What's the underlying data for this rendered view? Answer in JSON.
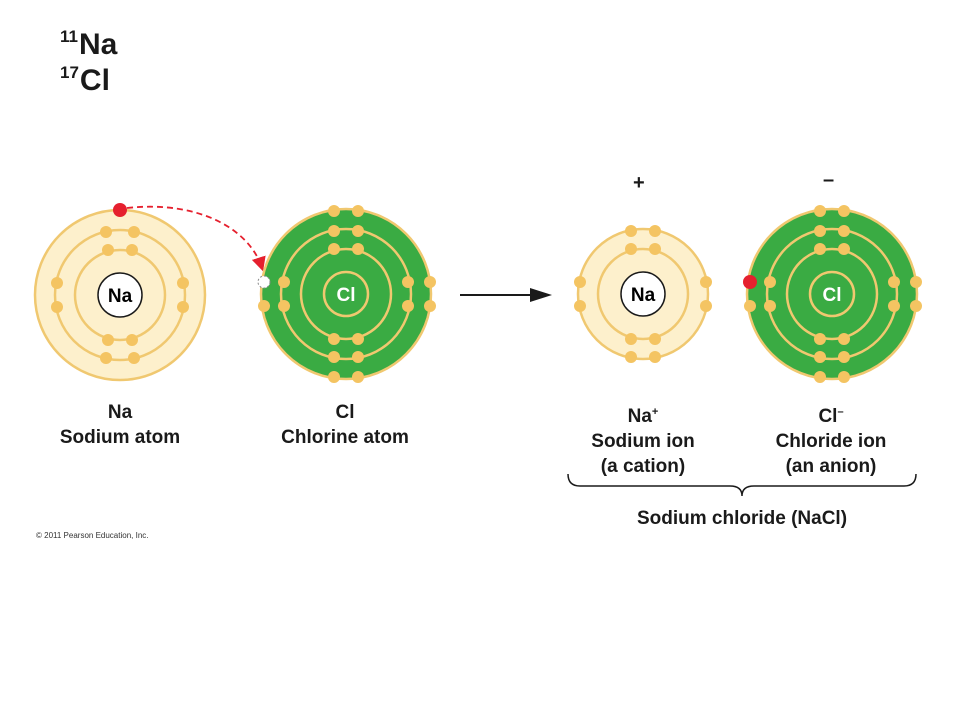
{
  "header": {
    "line1": {
      "number": "11",
      "symbol": "Na"
    },
    "line2": {
      "number": "17",
      "symbol": "Cl"
    }
  },
  "atoms": [
    {
      "nucleus": "Na",
      "symbol": "Na",
      "superscript": "",
      "name": "Sodium atom",
      "note": ""
    },
    {
      "nucleus": "Cl",
      "symbol": "Cl",
      "superscript": "",
      "name": "Chlorine atom",
      "note": ""
    },
    {
      "nucleus": "Na",
      "symbol": "Na",
      "superscript": "+",
      "name": "Sodium ion",
      "note": "(a cation)"
    },
    {
      "nucleus": "Cl",
      "symbol": "Cl",
      "superscript": "–",
      "name": "Chloride ion",
      "note": "(an anion)"
    }
  ],
  "charges": {
    "plus": "+",
    "minus": "–"
  },
  "compound_label": "Sodium chloride (NaCl)",
  "copyright": "© 2011 Pearson Education, Inc.",
  "colors": {
    "shell_light": "#fdf0cc",
    "shell_outer": "#f6e2a4",
    "ring": "#f0c870",
    "electron": "#f4c462",
    "chlorine_fill": "#3aab43",
    "transferred_electron": "#e5202e",
    "arrow": "#1a1a1a"
  }
}
